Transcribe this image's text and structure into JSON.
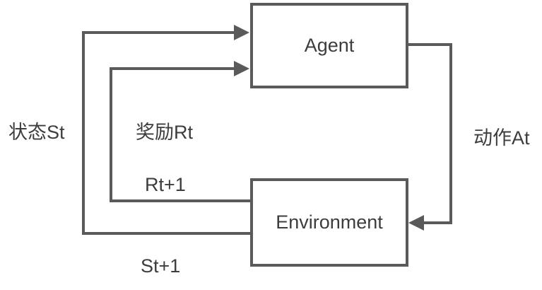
{
  "diagram": {
    "nodes": {
      "agent": {
        "label": "Agent"
      },
      "environment": {
        "label": "Environment"
      }
    },
    "edges": {
      "state": {
        "label": "状态St"
      },
      "reward": {
        "label": "奖励Rt"
      },
      "action": {
        "label": "动作At"
      },
      "reward_next": {
        "label": "Rt+1"
      },
      "state_next": {
        "label": "St+1"
      }
    },
    "colors": {
      "line": "#5a5a5a",
      "text": "#3d3d3d",
      "background": "#ffffff"
    }
  }
}
